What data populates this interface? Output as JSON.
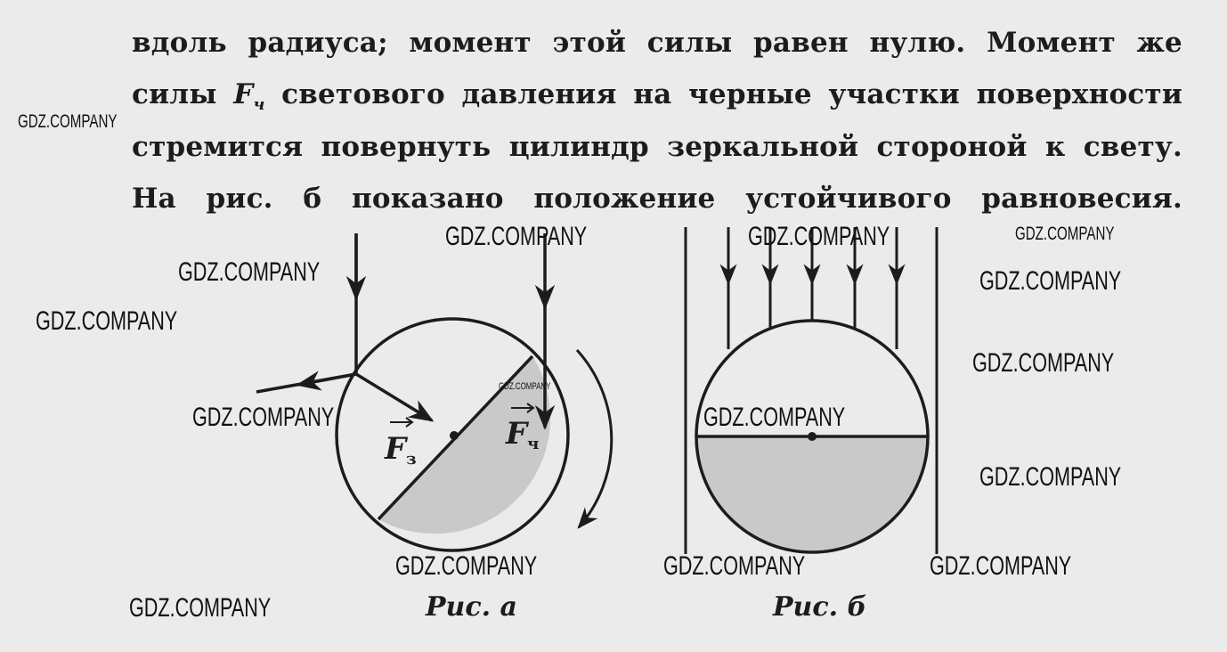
{
  "text": {
    "line1": "вдоль радиуса; момент этой силы равен нулю. Момент же",
    "line2_a": "силы ",
    "line2_f": "F",
    "line2_fsub": "ч",
    "line2_b": " светового давления на черные участки поверхности",
    "line3": "стремится повернуть цилиндр зеркальной стороной к свету.",
    "line4": "На рис. б показано положение устойчивого равновесия."
  },
  "figures": {
    "a": {
      "caption": "Рис. а",
      "label_mirror": "F",
      "label_mirror_sub": "з",
      "label_black": "F",
      "label_black_sub": "ч"
    },
    "b": {
      "caption": "Рис. б"
    }
  },
  "watermark": "GDZ.COMPANY"
}
